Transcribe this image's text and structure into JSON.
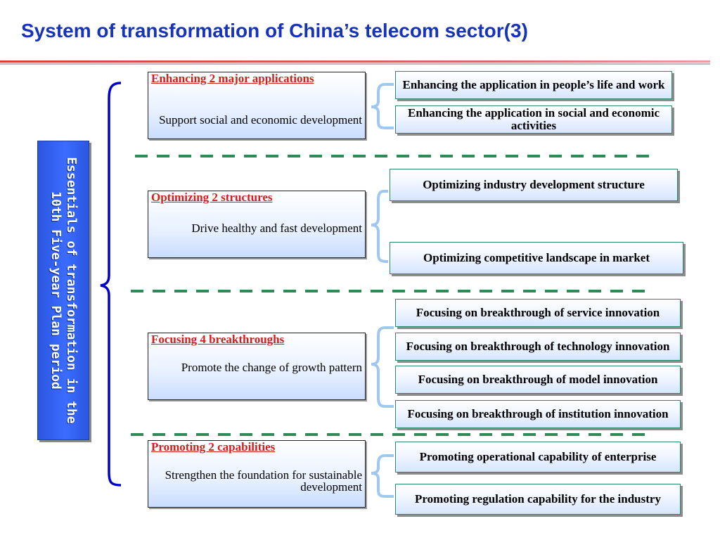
{
  "title": "System of transformation of China’s telecom sector(3)",
  "vertical_label": "Essentials of transformation in the 10th Five-year Plan period",
  "colors": {
    "title": "#1733b8",
    "group_title": "#d41e1e",
    "dash": "#2e8b57",
    "bracket": "#0000cc",
    "connector": "#9fc7ef",
    "vertical_box": "#3b6cff"
  },
  "groups": [
    {
      "title": "Enhancing 2 major applications",
      "description": "Support social and economic development",
      "items": [
        "Enhancing the application in people’s life and work",
        "Enhancing the application in social and economic activities"
      ]
    },
    {
      "title": "Optimizing 2 structures",
      "description": "Drive healthy and fast development",
      "items": [
        "Optimizing industry development structure",
        "Optimizing competitive landscape in market"
      ]
    },
    {
      "title": "Focusing 4 breakthroughs",
      "description": "Promote the change of growth pattern",
      "items": [
        "Focusing on breakthrough of service innovation",
        "Focusing on breakthrough of technology innovation",
        "Focusing on breakthrough of model innovation",
        "Focusing on breakthrough of institution innovation"
      ]
    },
    {
      "title": "Promoting 2 capabilities",
      "description": "Strengthen the foundation for sustainable development",
      "items": [
        "Promoting operational capability of enterprise",
        "Promoting regulation capability for the industry"
      ]
    }
  ]
}
